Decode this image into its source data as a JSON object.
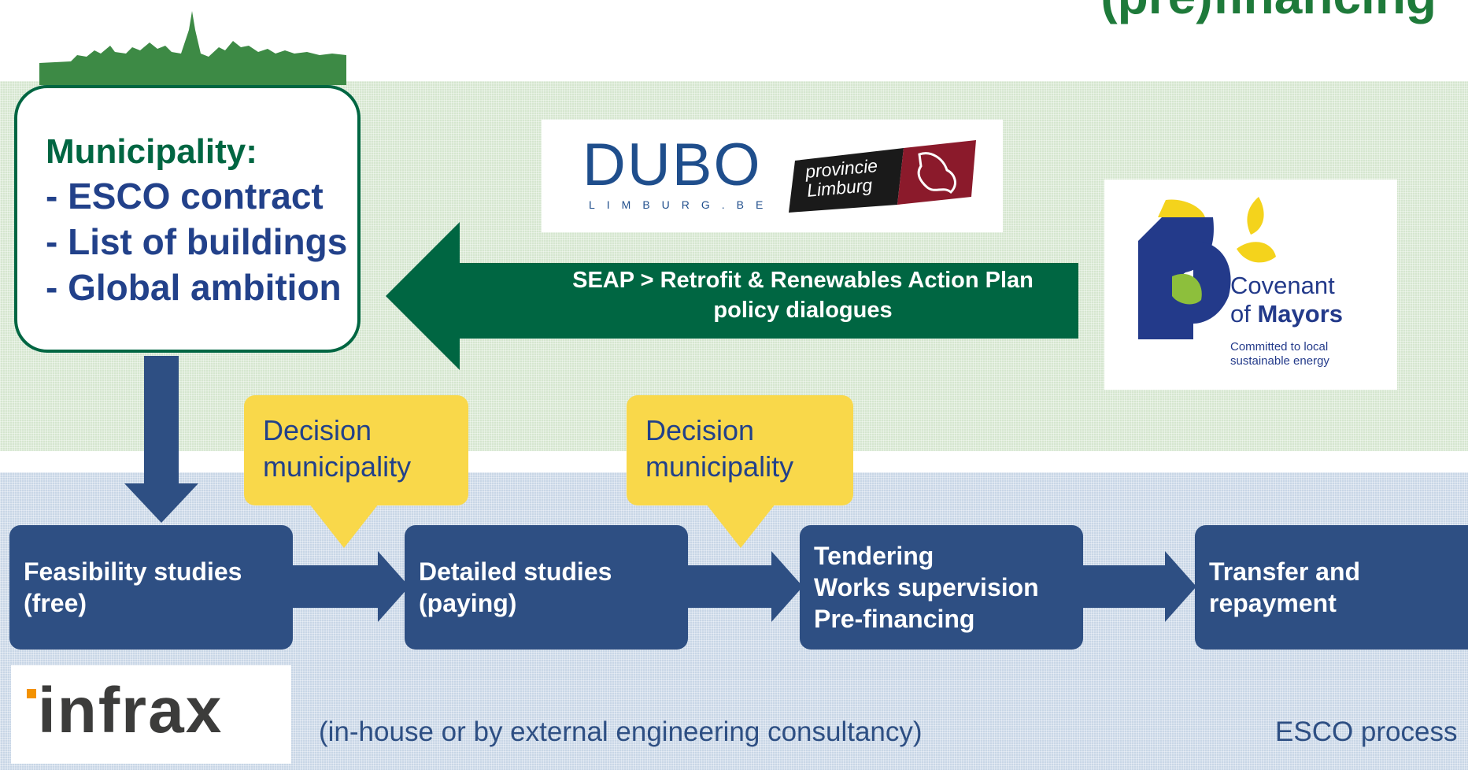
{
  "title": "(pre)financing",
  "municipality": {
    "heading": "Municipality:",
    "items": [
      "- ESCO contract",
      "- List of buildings",
      "- Global ambition"
    ]
  },
  "policy_arrow": {
    "line1": "SEAP > Retrofit & Renewables Action Plan",
    "line2": "policy dialogues"
  },
  "logos": {
    "dubo": {
      "main": "DUBO",
      "sub": "LIMBURG.BE"
    },
    "provincie": {
      "line1": "provincie",
      "line2": "Limburg"
    },
    "covenant": {
      "line1": "Covenant",
      "line2_prefix": "of ",
      "line2_bold": "Mayors",
      "tag1": "Committed to local",
      "tag2": "sustainable energy"
    },
    "infrax": "infrax"
  },
  "decisions": [
    {
      "line1": "Decision",
      "line2": "municipality"
    },
    {
      "line1": "Decision",
      "line2": "municipality"
    }
  ],
  "steps": [
    {
      "lines": [
        "Feasibility studies",
        "(free)"
      ]
    },
    {
      "lines": [
        "Detailed studies",
        "(paying)"
      ]
    },
    {
      "lines": [
        "Tendering",
        "Works supervision",
        "Pre-financing"
      ]
    },
    {
      "lines": [
        "Transfer and",
        "repayment"
      ]
    }
  ],
  "notes": {
    "consultancy": "(in-house or by external engineering consultancy)",
    "esco": "ESCO process"
  },
  "colors": {
    "green_band": "#d5e6cf",
    "blue_band": "#c8d6e6",
    "dark_green": "#006642",
    "navy": "#2e4f83",
    "yellow": "#f9d84a"
  }
}
